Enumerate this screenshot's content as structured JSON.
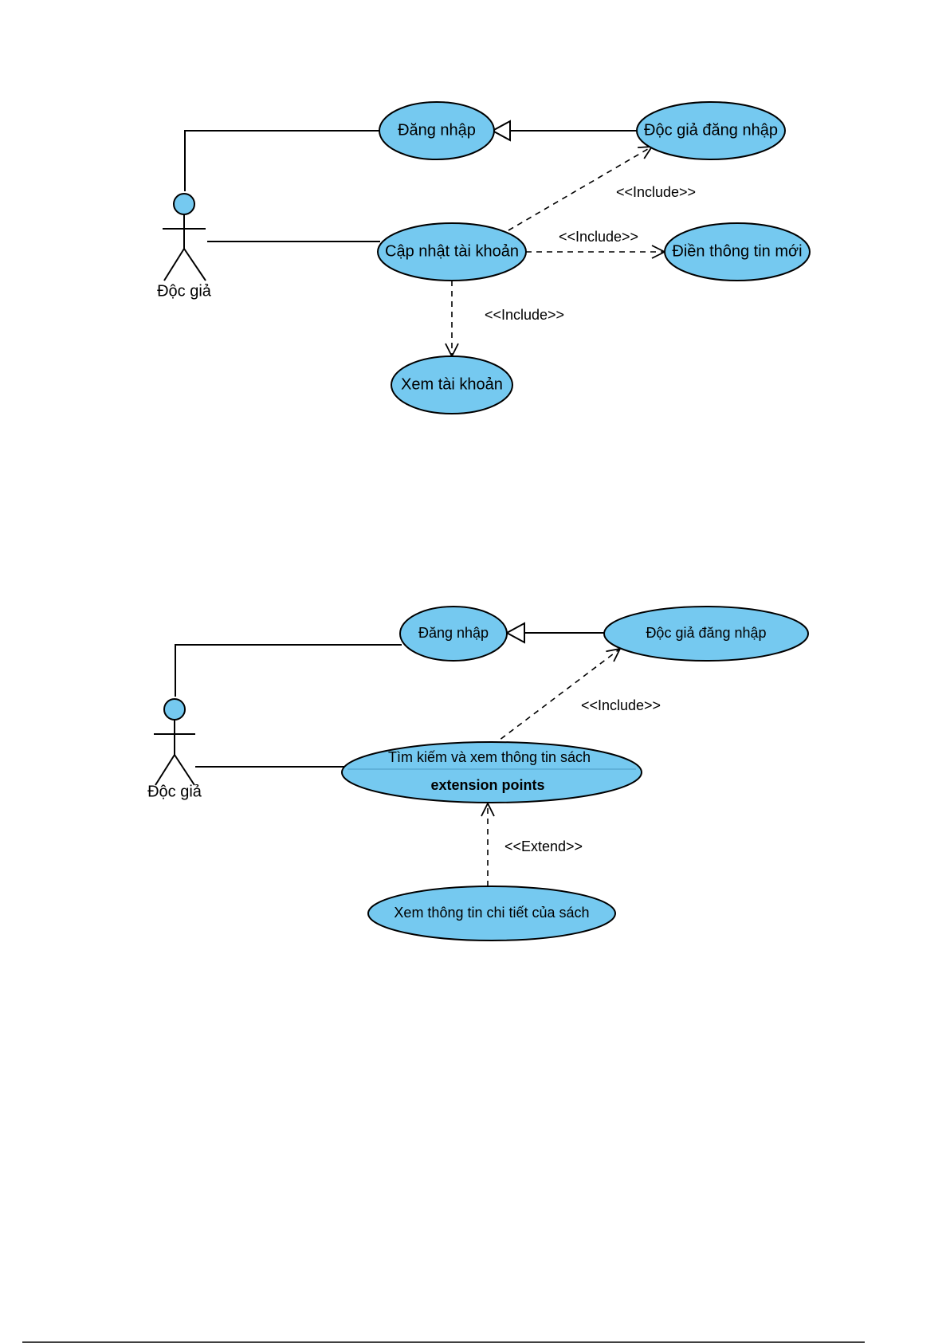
{
  "colors": {
    "usecase_fill": "#75c9f0",
    "stroke": "#000000",
    "background": "#ffffff"
  },
  "diagram1": {
    "actor": {
      "name": "Độc giả"
    },
    "usecases": {
      "login": "Đăng nhập",
      "reader_login": "Độc giả đăng nhập",
      "update_account": "Cập nhật tài khoản",
      "fill_info": "Điền thông tin mới",
      "view_account": "Xem tài khoản"
    },
    "relations": {
      "include_1": "<<Include>>",
      "include_2": "<<Include>>",
      "include_3": "<<Include>>"
    }
  },
  "diagram2": {
    "actor": {
      "name": "Độc giả"
    },
    "usecases": {
      "login": "Đăng nhập",
      "reader_login": "Độc giả đăng nhập",
      "search_view": "Tìm kiếm và xem thông tin sách",
      "extension_points": "extension points",
      "view_detail": "Xem thông tin chi tiết của sách"
    },
    "relations": {
      "include_1": "<<Include>>",
      "extend_1": "<<Extend>>"
    }
  }
}
